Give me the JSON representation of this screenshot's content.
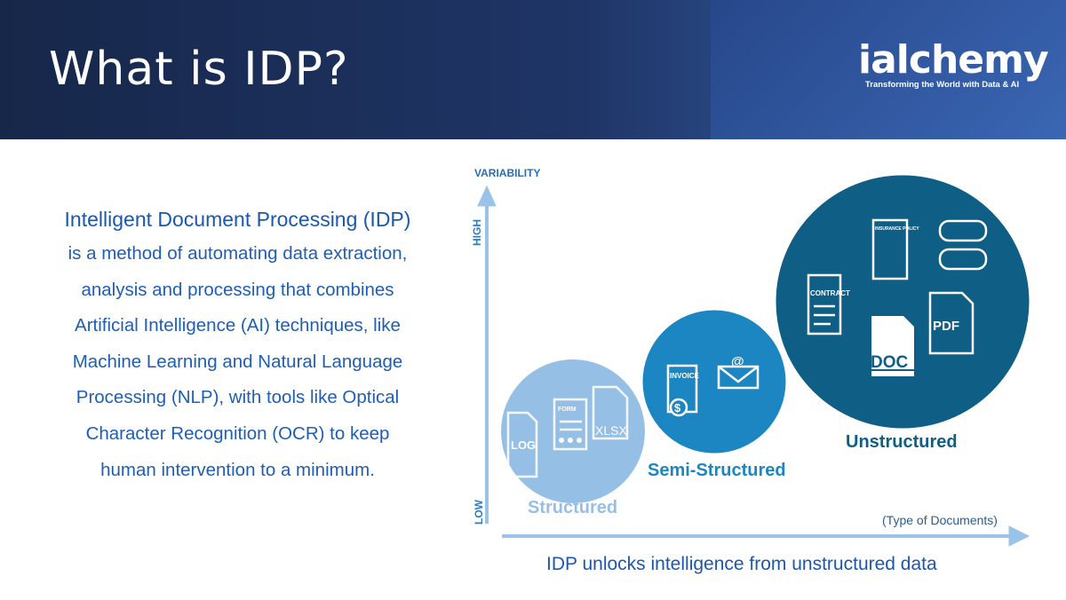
{
  "header": {
    "title": "What is IDP?",
    "logo_word": "ialchemy",
    "logo_tagline": "Transforming the World with Data & AI"
  },
  "intro": {
    "heading": "Intelligent Document Processing (IDP)",
    "lines": [
      "is a method of automating data extraction,",
      "analysis and processing that combines",
      "Artificial Intelligence (AI) techniques, like",
      "Machine Learning and Natural Language",
      "Processing (NLP), with tools like Optical",
      "Character Recognition (OCR) to keep",
      "human intervention to a minimum."
    ]
  },
  "diagram": {
    "y_axis_title": "VARIABILITY",
    "y_high": "HIGH",
    "y_low": "LOW",
    "x_axis_label": "(Type of Documents)",
    "caption": "IDP unlocks intelligence from unstructured data",
    "groups": [
      {
        "label": "Structured",
        "color": "#96bfe6",
        "icons": [
          "LOG",
          "FORM",
          "XLSX"
        ]
      },
      {
        "label": "Semi-Structured",
        "color": "#1c86c3",
        "icons": [
          "INVOICE",
          "@"
        ]
      },
      {
        "label": "Unstructured",
        "color": "#0f5e86",
        "icons": [
          "INSURANCE POLICY",
          "CONTRACT",
          "DOC",
          "PDF"
        ]
      }
    ]
  }
}
